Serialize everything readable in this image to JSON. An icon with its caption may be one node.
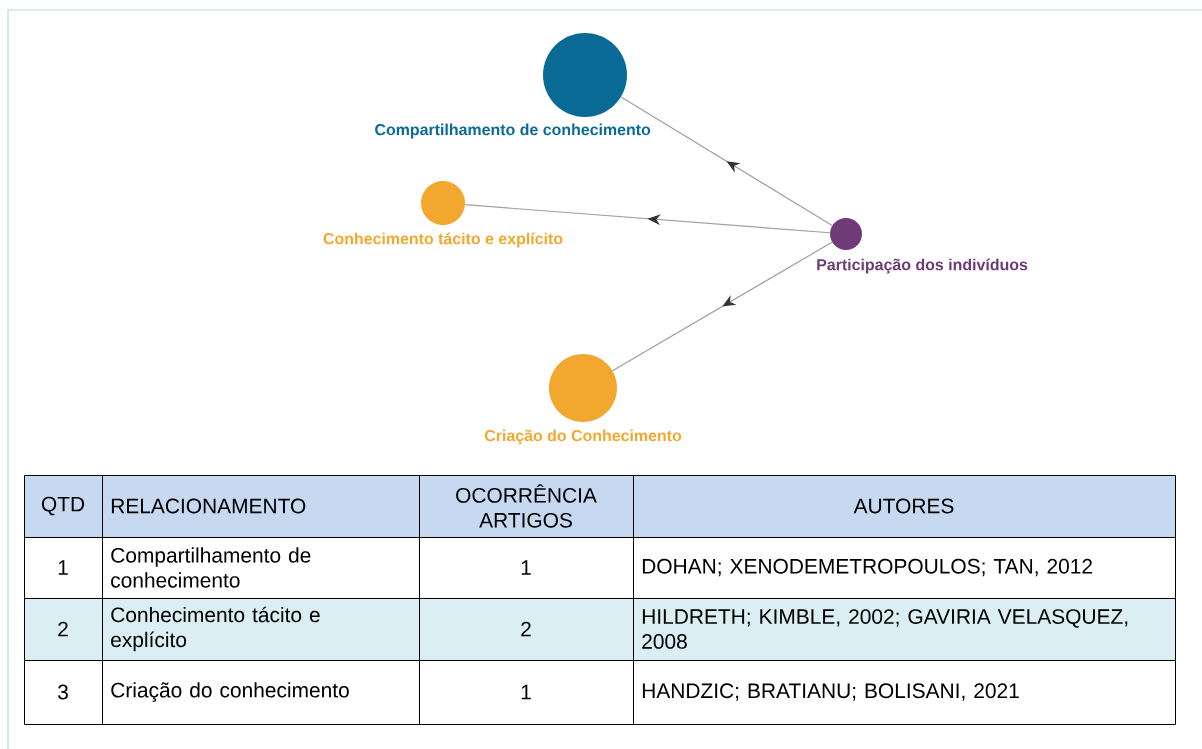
{
  "diagram": {
    "nodes": [
      {
        "text": [
          "Compartilhamento de conhecimento"
        ]
      },
      {
        "text": [
          "Conhecimento tácito e explícito"
        ]
      },
      {
        "text": [
          "Participação dos indivíduos"
        ]
      },
      {
        "text": [
          "Criação do Conhecimento"
        ]
      }
    ],
    "edges": [
      {
        "from": 2,
        "to": 0,
        "arrow": "to"
      },
      {
        "from": 2,
        "to": 1,
        "arrow": "to"
      },
      {
        "from": 2,
        "to": 3,
        "arrow": "to"
      }
    ],
    "labels": [
      "QTD",
      "RELACIONAMENTO",
      "OCORRÊNCIA ARTIGOS",
      "AUTORES",
      "1",
      "Compartilhamento de conhecimento",
      "1",
      "DOHAN; XENODEMETROPOULOS; TAN, 2012",
      "2",
      "Conhecimento tácito e explícito",
      "2",
      "HILDRETH; KIMBLE, 2002; GAVIRIA VELASQUEZ, 2008",
      "3",
      "Criação do conhecimento",
      "1",
      "HANDZIC; BRATIANU; BOLISANI, 2021"
    ]
  }
}
